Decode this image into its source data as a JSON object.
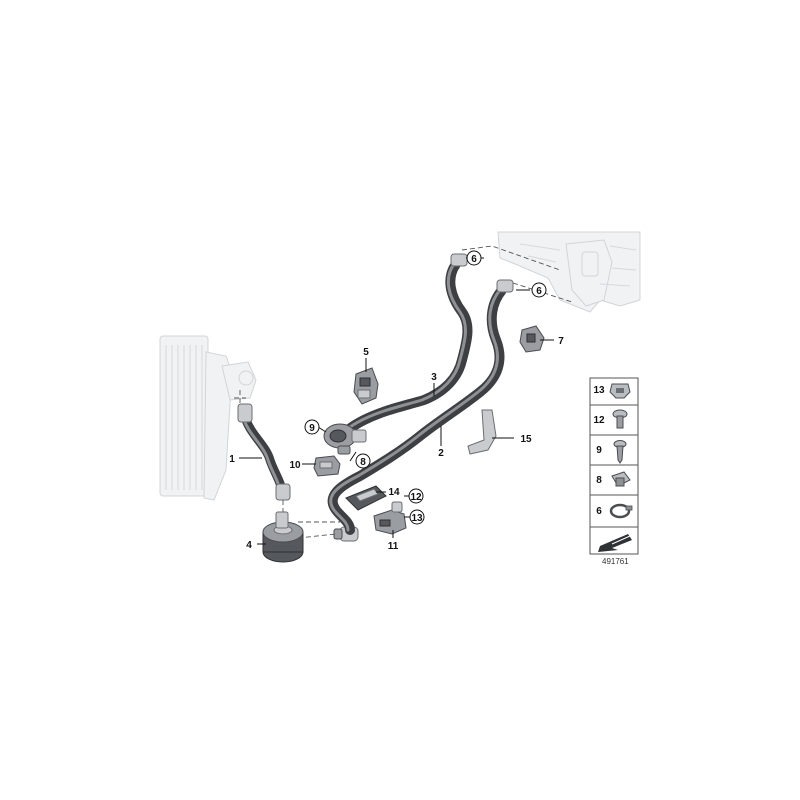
{
  "diagram": {
    "callouts": [
      {
        "id": "c1",
        "label": "1",
        "circled": false
      },
      {
        "id": "c2",
        "label": "2",
        "circled": false
      },
      {
        "id": "c3",
        "label": "3",
        "circled": false
      },
      {
        "id": "c4",
        "label": "4",
        "circled": false
      },
      {
        "id": "c5",
        "label": "5",
        "circled": false
      },
      {
        "id": "c6a",
        "label": "6",
        "circled": true
      },
      {
        "id": "c6b",
        "label": "6",
        "circled": true
      },
      {
        "id": "c7",
        "label": "7",
        "circled": false
      },
      {
        "id": "c8",
        "label": "8",
        "circled": true
      },
      {
        "id": "c9",
        "label": "9",
        "circled": true
      },
      {
        "id": "c10",
        "label": "10",
        "circled": false
      },
      {
        "id": "c11",
        "label": "11",
        "circled": false
      },
      {
        "id": "c12",
        "label": "12",
        "circled": true
      },
      {
        "id": "c13",
        "label": "13",
        "circled": true
      },
      {
        "id": "c14",
        "label": "14",
        "circled": false
      },
      {
        "id": "c15",
        "label": "15",
        "circled": false
      }
    ],
    "legend": {
      "items": [
        {
          "number": "13",
          "icon": "spring-nut-icon"
        },
        {
          "number": "12",
          "icon": "hex-bolt-icon"
        },
        {
          "number": "9",
          "icon": "screw-icon"
        },
        {
          "number": "8",
          "icon": "square-nut-icon"
        },
        {
          "number": "6",
          "icon": "hose-clamp-icon"
        }
      ],
      "arrow_icon": "direction-arrow-icon"
    },
    "reference_number": "491761"
  }
}
